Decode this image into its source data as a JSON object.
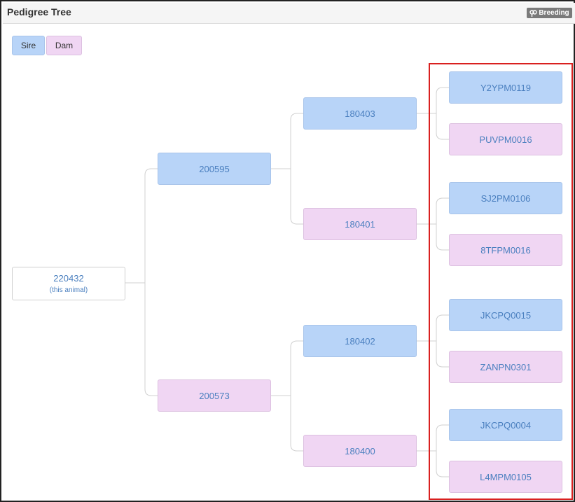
{
  "header": {
    "title": "Pedigree Tree",
    "badge": "Breeding"
  },
  "legend": {
    "sire": "Sire",
    "dam": "Dam"
  },
  "tree": {
    "root": {
      "id": "220432",
      "note": "(this animal)"
    },
    "gen1": [
      {
        "id": "200595",
        "sex": "sire"
      },
      {
        "id": "200573",
        "sex": "dam"
      }
    ],
    "gen2": [
      {
        "id": "180403",
        "sex": "sire"
      },
      {
        "id": "180401",
        "sex": "dam"
      },
      {
        "id": "180402",
        "sex": "sire"
      },
      {
        "id": "180400",
        "sex": "dam"
      }
    ],
    "gen3": [
      {
        "id": "Y2YPM0119",
        "sex": "sire"
      },
      {
        "id": "PUVPM0016",
        "sex": "dam"
      },
      {
        "id": "SJ2PM0106",
        "sex": "sire"
      },
      {
        "id": "8TFPM0016",
        "sex": "dam"
      },
      {
        "id": "JKCPQ0015",
        "sex": "sire"
      },
      {
        "id": "ZANPN0301",
        "sex": "dam"
      },
      {
        "id": "JKCPQ0004",
        "sex": "sire"
      },
      {
        "id": "L4MPM0105",
        "sex": "dam"
      }
    ]
  },
  "colors": {
    "sire": "#b8d4f8",
    "dam": "#f0d6f3",
    "link": "#4a7fbf",
    "highlight": "#d9201f"
  }
}
